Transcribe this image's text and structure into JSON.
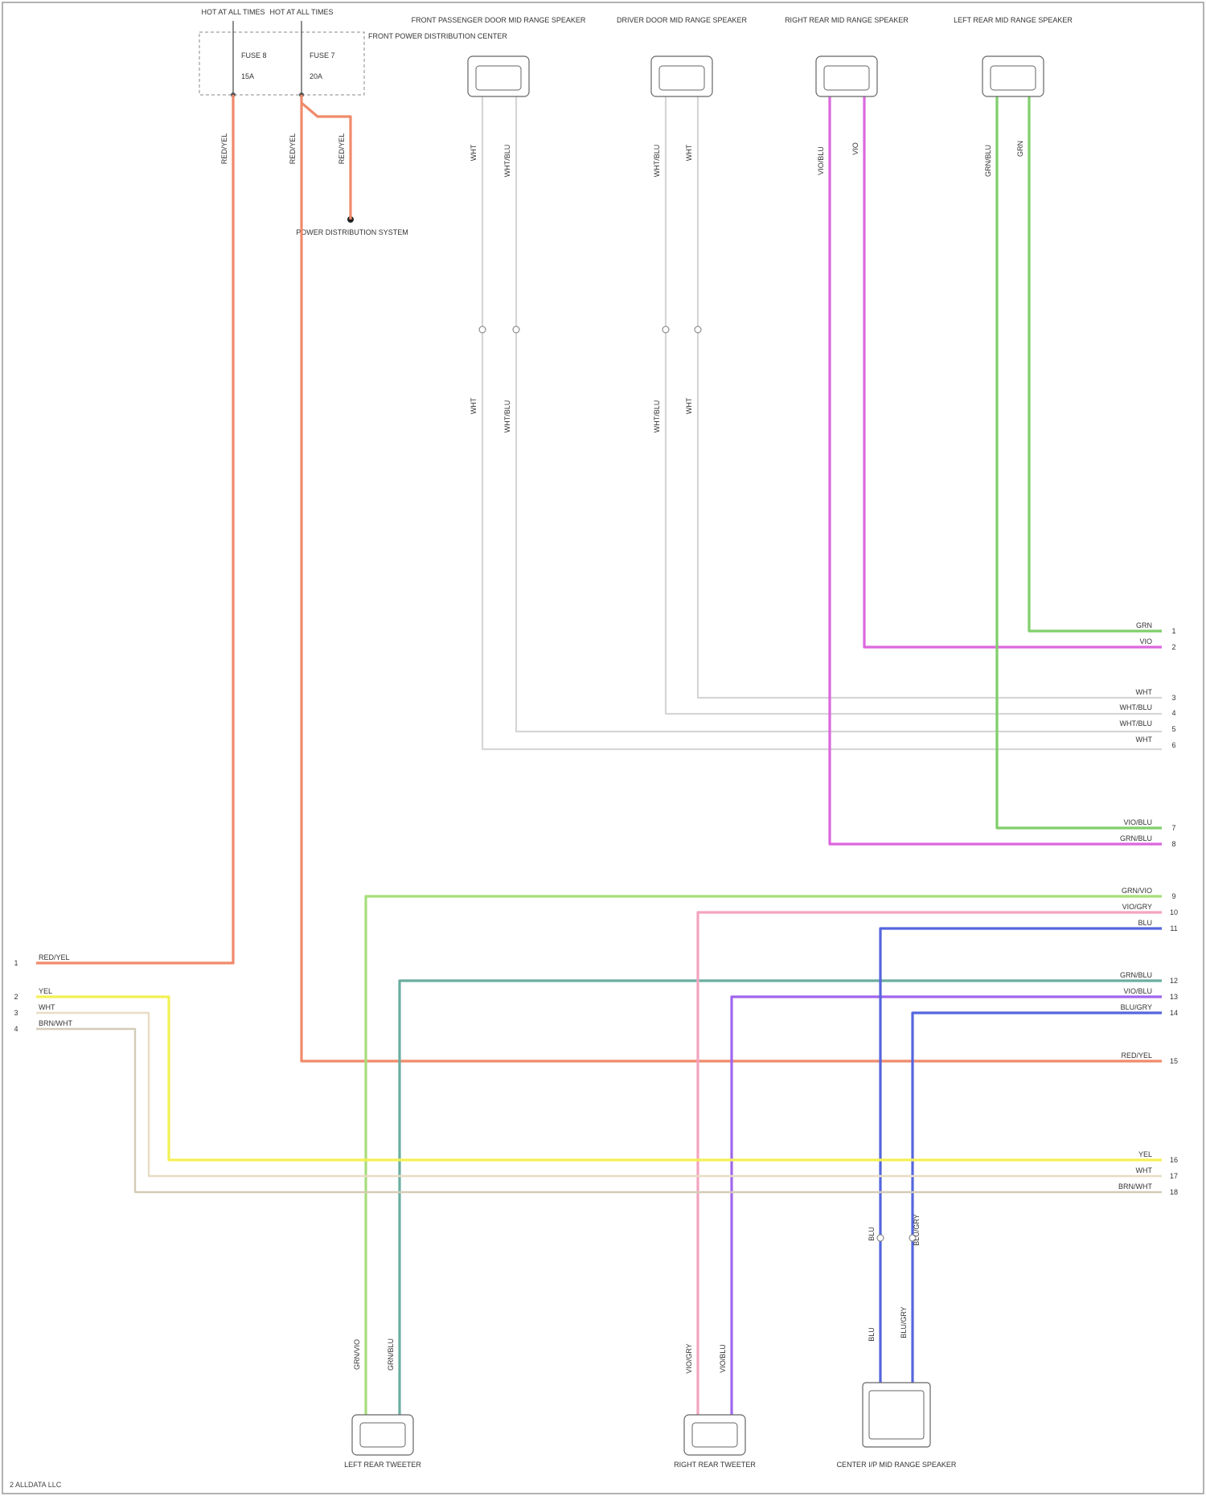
{
  "colors": {
    "red_orange": "#f08a6a",
    "white_wire": "#d6d6d6",
    "violet": "#dd66dd",
    "green": "#7fcf6a",
    "light_green": "#a7dd7a",
    "pink": "#f5a3c0",
    "blue": "#5566dd",
    "teal": "#6aaea0",
    "purple": "#a066ee",
    "yellow": "#f3f055",
    "beige": "#e8dcc4",
    "tan": "#d4cbb8",
    "frame": "#999999"
  },
  "fuse_box": {
    "label_a": "HOT AT ALL TIMES",
    "label_b": "HOT AT ALL TIMES",
    "fuse_a": "FUSE 8",
    "fuse_a_amp": "15A",
    "fuse_b": "FUSE 7",
    "fuse_b_amp": "20A",
    "box_name": "FRONT POWER DISTRIBUTION CENTER",
    "splice": "POWER DISTRIBUTION SYSTEM"
  },
  "top_components": [
    {
      "name": "FRONT PASSENGER DOOR MID RANGE SPEAKER"
    },
    {
      "name": "DRIVER DOOR MID RANGE SPEAKER"
    },
    {
      "name": "RIGHT REAR MID RANGE SPEAKER"
    },
    {
      "name": "LEFT REAR MID RANGE SPEAKER"
    }
  ],
  "bottom_components": [
    {
      "name": "LEFT REAR TWEETER"
    },
    {
      "name": "RIGHT REAR TWEETER"
    },
    {
      "name": "CENTER I/P MID RANGE SPEAKER"
    }
  ],
  "amp_pins": [
    {
      "label": "GRN",
      "num": "1"
    },
    {
      "label": "VIO",
      "num": "2"
    },
    {
      "label": "WHT",
      "num": "3"
    },
    {
      "label": "WHT/BLU",
      "num": "4"
    },
    {
      "label": "WHT/BLU",
      "num": "5"
    },
    {
      "label": "WHT",
      "num": "6"
    },
    {
      "label": "VIO/BLU",
      "num": "7"
    },
    {
      "label": "GRN/BLU",
      "num": "8"
    },
    {
      "label": "GRN/VIO",
      "num": "9"
    },
    {
      "label": "VIO/GRY",
      "num": "10"
    },
    {
      "label": "BLU",
      "num": "11"
    },
    {
      "label": "GRN/BLU",
      "num": "12"
    },
    {
      "label": "VIO/BLU",
      "num": "13"
    },
    {
      "label": "BLU/GRY",
      "num": "14"
    },
    {
      "label": "RED/YEL",
      "num": "15"
    },
    {
      "label": "YEL",
      "num": "16"
    },
    {
      "label": "WHT",
      "num": "17"
    },
    {
      "label": "BRN/WHT",
      "num": "18"
    }
  ],
  "left_pins": [
    {
      "label": "RED/YEL",
      "num": "1"
    },
    {
      "label": "YEL",
      "num": "2"
    },
    {
      "label": "WHT",
      "num": "3"
    },
    {
      "label": "BRN/WHT",
      "num": "4"
    }
  ],
  "wire_labels": {
    "fuse_a_down": "RED/YEL",
    "fuse_b_down": "RED/YEL",
    "fuse_b_branch": "RED/YEL",
    "fp_left_top": "WHT",
    "fp_right_top": "WHT/BLU",
    "dd_left_top": "WHT/BLU",
    "dd_right_top": "WHT",
    "rr_left": "VIO/BLU",
    "rr_right": "VIO",
    "lr_left": "GRN/BLU",
    "lr_right": "GRN",
    "fp_left_bot": "WHT",
    "fp_right_bot": "WHT/BLU",
    "dd_left_bot": "WHT/BLU",
    "dd_right_bot": "WHT",
    "lt_left": "GRN/VIO",
    "lt_right": "GRN/BLU",
    "rt_left": "VIO/GRY",
    "rt_right": "VIO/BLU",
    "ct_left": "BLU",
    "ct_right": "BLU/GRY",
    "ct_left_low": "BLU",
    "ct_right_low": "BLU/GRY"
  },
  "caption": "2 ALLDATA LLC"
}
